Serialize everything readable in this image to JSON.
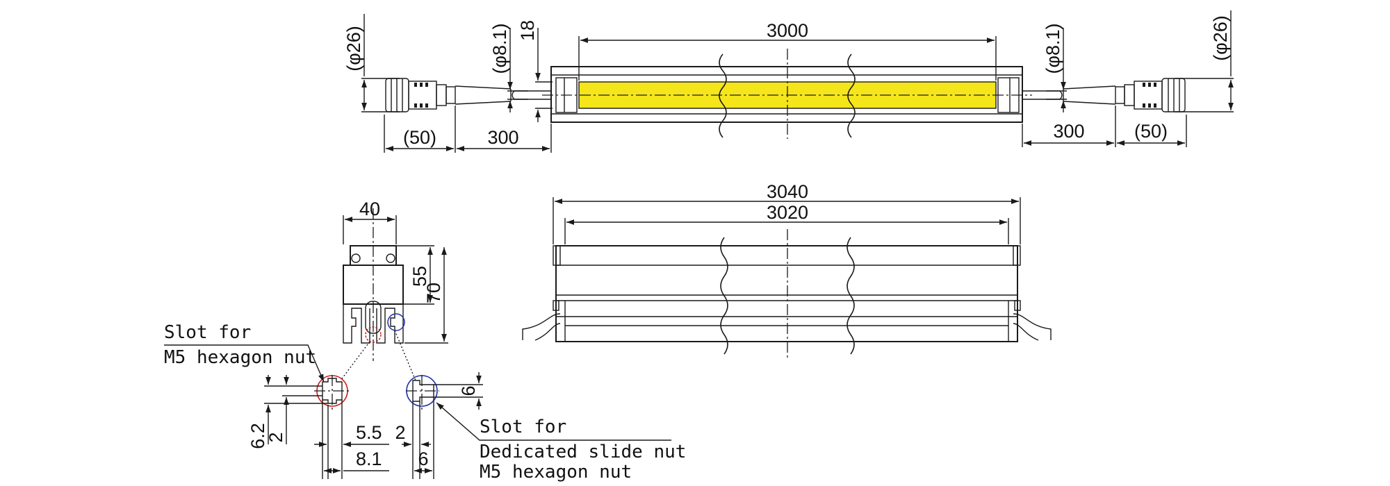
{
  "colors": {
    "line": "#1a1a1a",
    "lit_area": "#f5e51b",
    "red_callout": "#cc2222",
    "blue_callout": "#2233aa",
    "background": "#ffffff"
  },
  "top_view": {
    "emitting_length": "3000",
    "connector_dia": "(φ26)",
    "cable_dia": "(φ8.1)",
    "bar_height": "18",
    "connector_length": "(50)",
    "cable_length": "300"
  },
  "front_view": {
    "overall_length": "3040",
    "body_length": "3020"
  },
  "side_view": {
    "width": "40",
    "height_55": "55",
    "height_70": "70"
  },
  "slot_left": {
    "label_line1": "Slot for",
    "label_line2": "M5 hexagon nut",
    "dim_62": "6.2",
    "dim_2": "2",
    "dim_55": "5.5",
    "dim_81": "8.1"
  },
  "slot_right": {
    "label_line1": "Slot for",
    "label_line2": "Dedicated slide nut",
    "label_line3": "M5 hexagon nut",
    "dim_6v": "6",
    "dim_2": "2",
    "dim_6h": "6"
  }
}
